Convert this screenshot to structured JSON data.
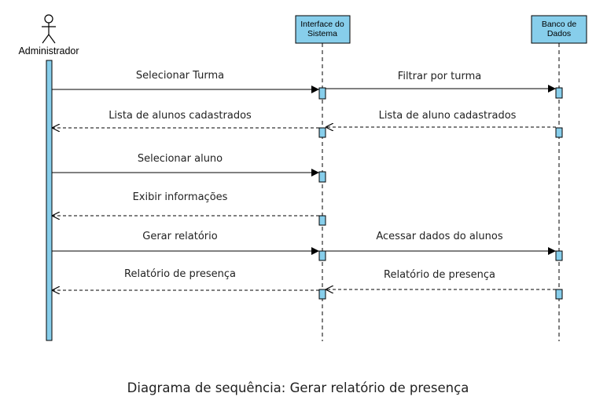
{
  "caption": "Diagrama de sequência: Gerar relatório de presença",
  "colors": {
    "lifeline_fill": "#87CEEB",
    "stroke": "#000000"
  },
  "participants": [
    {
      "id": "admin",
      "label": "Administrador",
      "kind": "actor"
    },
    {
      "id": "interface",
      "label": [
        "Interface do",
        "Sistema"
      ],
      "kind": "box"
    },
    {
      "id": "banco",
      "label": [
        "Banco de",
        "Dados"
      ],
      "kind": "box"
    }
  ],
  "messages": [
    {
      "from": "admin",
      "to": "interface",
      "label": "Selecionar Turma",
      "style": "solid"
    },
    {
      "from": "interface",
      "to": "banco",
      "label": "Filtrar por turma",
      "style": "solid"
    },
    {
      "from": "interface",
      "to": "admin",
      "label": "Lista de alunos cadastrados",
      "style": "dashed"
    },
    {
      "from": "banco",
      "to": "interface",
      "label": "Lista de aluno cadastrados",
      "style": "dashed"
    },
    {
      "from": "admin",
      "to": "interface",
      "label": "Selecionar aluno",
      "style": "solid"
    },
    {
      "from": "interface",
      "to": "admin",
      "label": "Exibir informações",
      "style": "dashed"
    },
    {
      "from": "admin",
      "to": "interface",
      "label": "Gerar relatório",
      "style": "solid"
    },
    {
      "from": "interface",
      "to": "banco",
      "label": "Acessar dados do alunos",
      "style": "solid"
    },
    {
      "from": "interface",
      "to": "admin",
      "label": "Relatório de presença",
      "style": "dashed"
    },
    {
      "from": "banco",
      "to": "interface",
      "label": "Relatório de presença",
      "style": "dashed"
    }
  ]
}
